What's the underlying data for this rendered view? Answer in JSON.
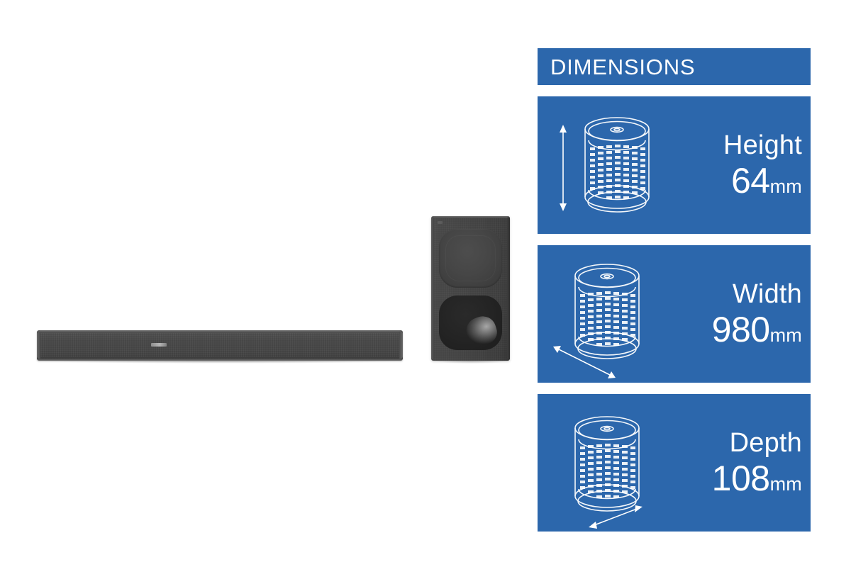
{
  "background_color": "#ffffff",
  "accent_color": "#2c67ac",
  "text_color": "#ffffff",
  "product": {
    "soundbar": {
      "name": "soundbar",
      "body_color": "#464646",
      "logo": "brand-logo"
    },
    "subwoofer": {
      "name": "subwoofer",
      "body_color": "#424242",
      "driver_color": "#242424"
    }
  },
  "panel": {
    "header": {
      "title": "DIMENSIONS"
    },
    "cards": [
      {
        "icon": "cylinder-speaker-icon",
        "arrow": "vertical-double-arrow-icon",
        "label": "Height",
        "value": "64",
        "unit": "mm"
      },
      {
        "icon": "cylinder-speaker-icon",
        "arrow": "diagonal-width-arrow-icon",
        "label": "Width",
        "value": "980",
        "unit": "mm"
      },
      {
        "icon": "cylinder-speaker-icon",
        "arrow": "diagonal-depth-arrow-icon",
        "label": "Depth",
        "value": "108",
        "unit": "mm"
      }
    ]
  }
}
